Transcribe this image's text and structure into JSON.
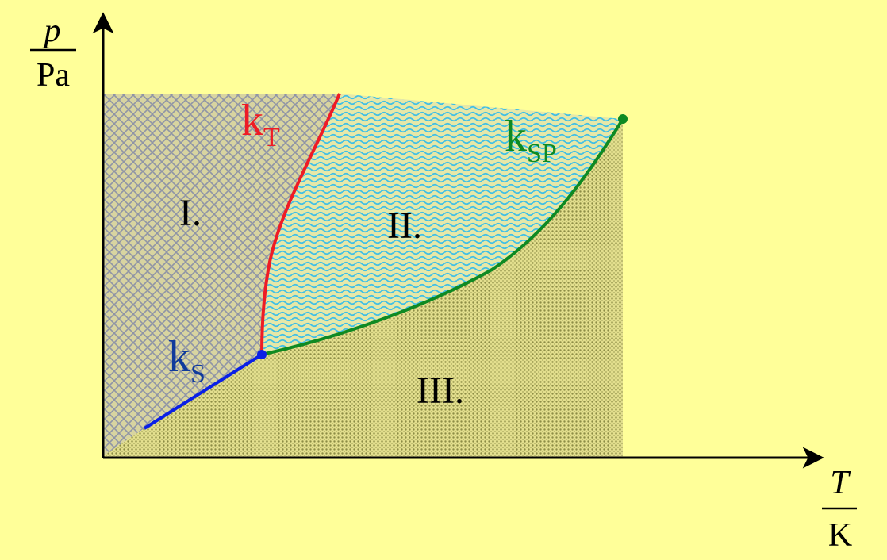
{
  "colors": {
    "background": "#ffff99",
    "axis": "#000000",
    "solid_boundary": "#0a20e6",
    "melting_curve": "#ee1c25",
    "vapor_curve": "#0e8a22",
    "hatch_solid": "#9aa0b0",
    "hatch_liquid": "#3fbfe6",
    "hatch_gas": "#9b9b4a",
    "label_sublimation": "#103a9c",
    "label_melting": "#ee1c25",
    "label_vapor": "#0e8a22"
  },
  "axes": {
    "y_num": "p",
    "y_den": "Pa",
    "x_num": "T",
    "x_den": "K"
  },
  "regions": {
    "solid": "I.",
    "liquid": "II.",
    "gas": "III."
  },
  "curves": {
    "sublimation": {
      "main": "k",
      "sub": "S"
    },
    "melting": {
      "main": "k",
      "sub": "T"
    },
    "vapor": {
      "main": "k",
      "sub": "SP"
    }
  },
  "points": {
    "triple": "triple-point",
    "critical": "critical-point"
  }
}
